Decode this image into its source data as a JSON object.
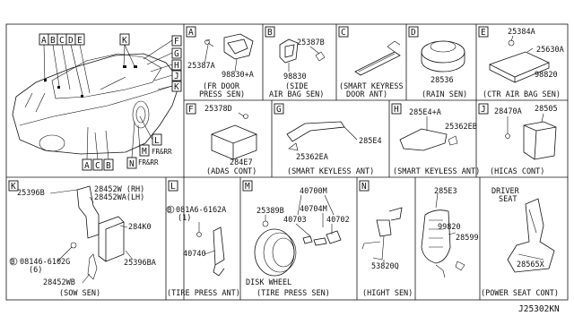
{
  "diagram_code": "J25302KN",
  "overview": {
    "callouts_left": [
      "A",
      "B",
      "C",
      "D",
      "E"
    ],
    "callout_top": "K",
    "callouts_right": [
      "F",
      "G",
      "H",
      "J",
      "K"
    ],
    "callouts_bottom": [
      "A",
      "C",
      "B",
      "N",
      "M",
      "L"
    ],
    "fr_rr_1": "FR&RR",
    "fr_rr_2": "FR&RR"
  },
  "panels": {
    "A": {
      "letter": "A",
      "parts": [
        "25387A",
        "98830+A"
      ],
      "caption1": "(FR DOOR",
      "caption2": "PRESS SEN)"
    },
    "B": {
      "letter": "B",
      "parts": [
        "25387B",
        "98830"
      ],
      "caption1": "(SIDE",
      "caption2": "AIR BAG SEN)"
    },
    "C": {
      "letter": "C",
      "caption1": "(SMART KEYRESS",
      "caption2": "DOOR ANT)"
    },
    "D": {
      "letter": "D",
      "parts": [
        "28536"
      ],
      "caption": "(RAIN SEN)"
    },
    "E": {
      "letter": "E",
      "parts": [
        "25384A",
        "25630A",
        "98820"
      ],
      "caption": "(CTR AIR BAG SEN)"
    },
    "F": {
      "letter": "F",
      "parts": [
        "25378D",
        "284E7"
      ],
      "caption": "(ADAS CONT)"
    },
    "G": {
      "letter": "G",
      "parts": [
        "285E4",
        "25362EA"
      ],
      "caption": "(SMART KEYLESS ANT)"
    },
    "H": {
      "letter": "H",
      "parts": [
        "285E4+A",
        "25362EB"
      ],
      "caption": "(SMART KEYLESS ANT)"
    },
    "J": {
      "letter": "J",
      "parts": [
        "28470A",
        "28505"
      ],
      "caption": "(HICAS CONT)"
    },
    "K": {
      "letter": "K",
      "parts": [
        "25396B",
        "28452W (RH)",
        "28452WA(LH)",
        "284K0",
        "08146-6102G",
        "(6)",
        "25396BA",
        "28452WB"
      ],
      "bolt_symbol": "B",
      "caption": "(SOW SEN)"
    },
    "L": {
      "letter": "L",
      "parts": [
        "081A6-6162A",
        "(1)",
        "40740"
      ],
      "bolt_symbol": "B",
      "caption": "(TIRE PRESS ANT)"
    },
    "M": {
      "letter": "M",
      "parts": [
        "25389B",
        "40700M",
        "40704M",
        "40703",
        "40702"
      ],
      "disk_label": "DISK WHEEL",
      "caption": "(TIRE PRESS SEN)"
    },
    "N": {
      "letter": "N",
      "parts": [
        "53820Q"
      ],
      "caption": "(HIGHT SEN)"
    },
    "O": {
      "parts": [
        "285E3",
        "99820",
        "28599"
      ]
    },
    "P": {
      "parts": [
        "DRIVER",
        "SEAT",
        "28565X"
      ],
      "caption": "(POWER SEAT CONT)"
    }
  }
}
